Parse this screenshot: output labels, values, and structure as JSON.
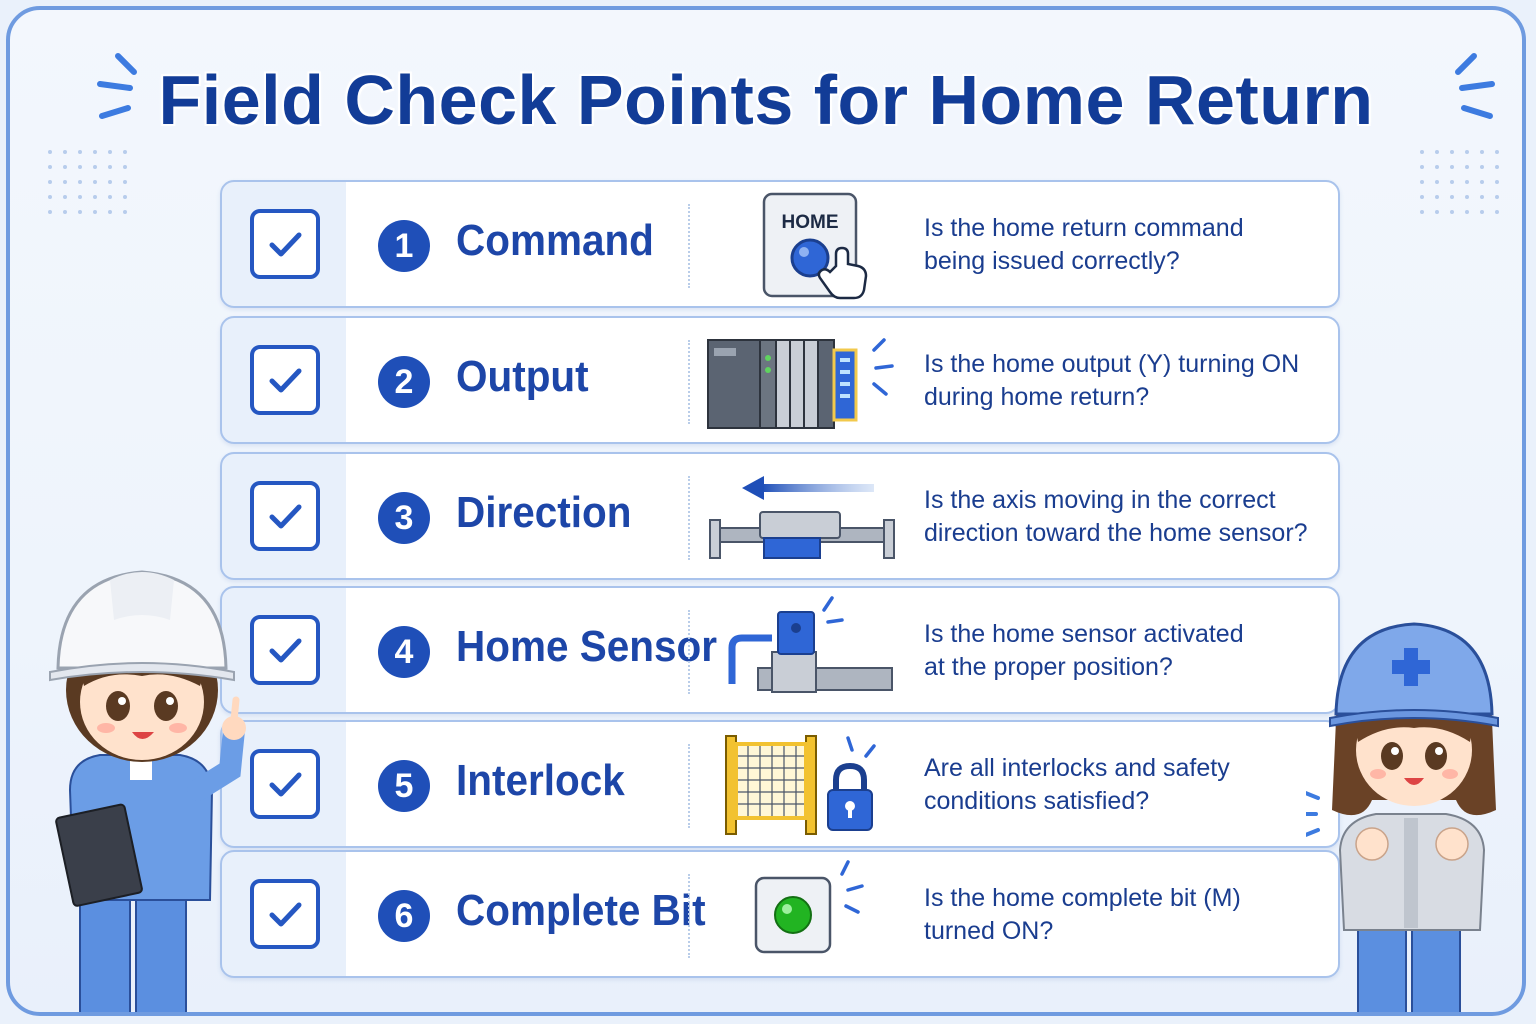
{
  "title": "Field Check Points for Home Return",
  "items": [
    {
      "num": "1",
      "label": "Command",
      "q1": "Is the home return command",
      "q2": "being issued correctly?",
      "icon": "home-button-icon",
      "badge": "HOME"
    },
    {
      "num": "2",
      "label": "Output",
      "q1": "Is the home output (Y) turning ON",
      "q2": "during home return?",
      "icon": "plc-icon"
    },
    {
      "num": "3",
      "label": "Direction",
      "q1": "Is the axis moving in the correct",
      "q2": "direction toward the home sensor?",
      "icon": "linear-axis-icon"
    },
    {
      "num": "4",
      "label": "Home Sensor",
      "q1": "Is the home sensor activated",
      "q2": "at the proper position?",
      "icon": "home-sensor-icon"
    },
    {
      "num": "5",
      "label": "Interlock",
      "q1": "Are all interlocks and safety",
      "q2": "conditions satisfied?",
      "icon": "safety-gate-lock-icon"
    },
    {
      "num": "6",
      "label": "Complete Bit",
      "q1": "Is the home complete bit (M)",
      "q2": "turned ON?",
      "icon": "green-lamp-icon"
    }
  ],
  "colors": {
    "accent": "#1f4fb8",
    "title": "#123c97",
    "border": "#a9c3ec",
    "frame": "#6f9be0",
    "lamp": "#22b422"
  }
}
